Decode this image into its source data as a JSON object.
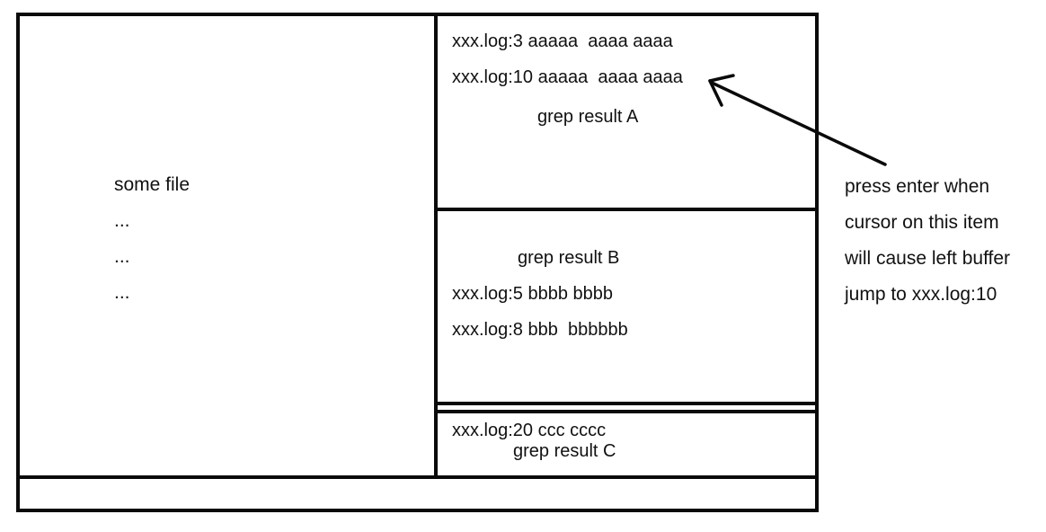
{
  "ink_color": "#0a0a0a",
  "left_pane": {
    "title": "some file",
    "lines": [
      "...",
      "...",
      "..."
    ]
  },
  "grep_a": {
    "lines": [
      "xxx.log:3 aaaaa  aaaa aaaa",
      "xxx.log:10 aaaaa  aaaa aaaa"
    ],
    "label": "grep result A"
  },
  "grep_b": {
    "label": "grep result B",
    "lines": [
      "xxx.log:5 bbbb bbbb",
      "xxx.log:8 bbb  bbbbbb"
    ]
  },
  "grep_c": {
    "lines": [
      "xxx.log:20 ccc cccc"
    ],
    "label": "grep result C"
  },
  "annotation": {
    "lines": [
      "press enter when",
      "cursor on this item",
      "will cause left buffer",
      "jump to xxx.log:10"
    ]
  }
}
